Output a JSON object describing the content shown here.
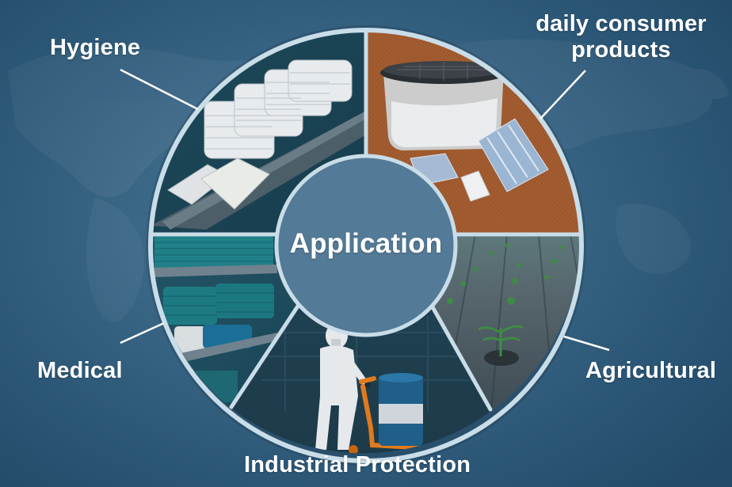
{
  "diagram": {
    "center_title": "Application",
    "segments": [
      {
        "id": "hygiene",
        "label": "Hygiene",
        "image": "stacked white hygiene pads on shelf"
      },
      {
        "id": "consumer",
        "label_line1": "daily consumer",
        "label_line2": "products",
        "image": "desiccant container and sachets on brown surface"
      },
      {
        "id": "agricultural",
        "label": "Agricultural",
        "image": "seedlings in rows of ground-cover fabric"
      },
      {
        "id": "industrial",
        "label": "Industrial Protection",
        "image": "worker in white protective suit moving blue drum with orange hand truck"
      },
      {
        "id": "medical",
        "label": "Medical",
        "image": "teal folded medical textiles on shelves"
      }
    ]
  },
  "colors": {
    "background": "#2d5876",
    "center_fill": "#537a96",
    "ring_stroke": "#c9dde8",
    "label_text": "#ffffff",
    "consumer_brown": "#a0592f",
    "medical_teal": "#1f7f86",
    "drum_blue": "#1f5f8a",
    "hand_truck_orange": "#e07a1c"
  }
}
